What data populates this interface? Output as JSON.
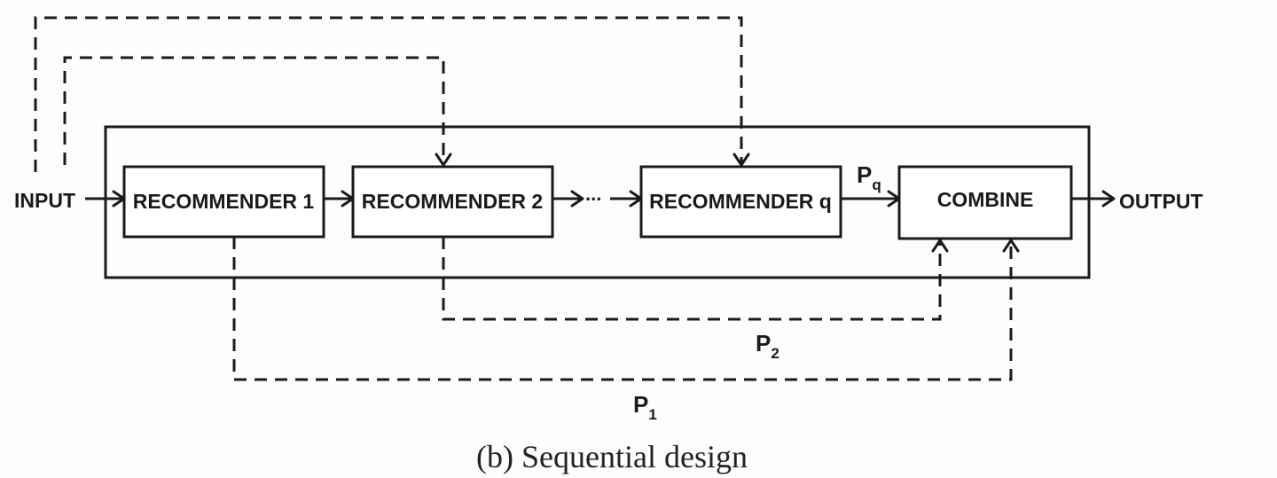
{
  "input_label": "INPUT",
  "output_label": "OUTPUT",
  "recommender_1": "RECOMMENDER 1",
  "recommender_2": "RECOMMENDER 2",
  "recommender_q": "RECOMMENDER q",
  "ellipsis": "...",
  "combine": "COMBINE",
  "p_q": {
    "main": "P",
    "sub": "q"
  },
  "p_2": {
    "main": "P",
    "sub": "2"
  },
  "p_1": {
    "main": "P",
    "sub": "1"
  },
  "caption": "(b) Sequential design"
}
